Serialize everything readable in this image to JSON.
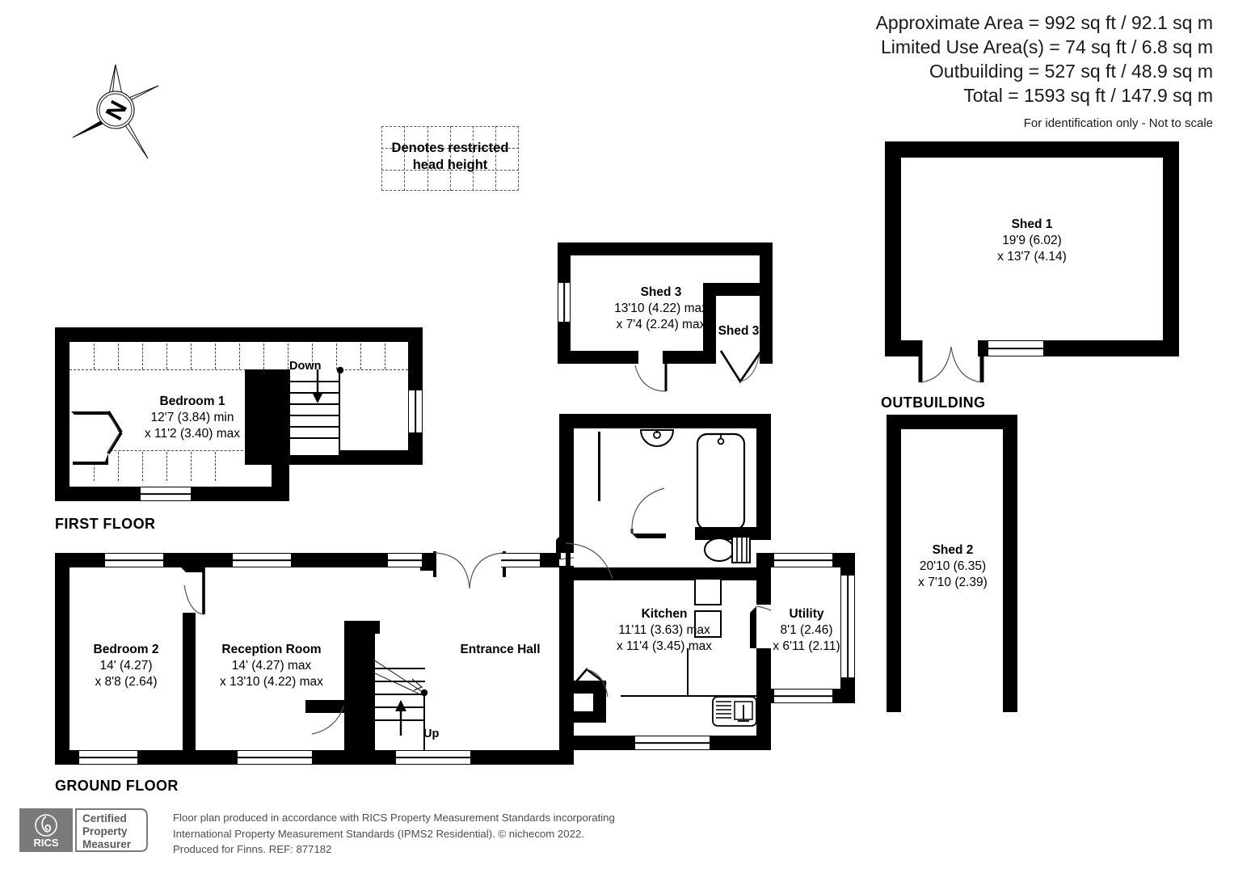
{
  "header": {
    "approximate_area": "Approximate Area = 992 sq ft / 92.1 sq m",
    "limited_use_area": "Limited Use Area(s) = 74 sq ft / 6.8 sq m",
    "outbuilding_area": "Outbuilding = 527 sq ft / 48.9 sq m",
    "total_area": "Total = 1593 sq ft / 147.9 sq m",
    "disclaimer": "For identification only - Not to scale"
  },
  "compass": {
    "north_letter": "N"
  },
  "legend": {
    "line1": "Denotes restricted",
    "line2": "head height"
  },
  "floors": {
    "first": {
      "caption": "FIRST FLOOR",
      "rooms": [
        {
          "name": "Bedroom 1",
          "dim1": "12'7 (3.84) min",
          "dim2": "x 11'2 (3.40) max"
        }
      ],
      "stair_label": "Down"
    },
    "ground": {
      "caption": "GROUND FLOOR",
      "rooms": [
        {
          "name": "Bedroom 2",
          "dim1": "14' (4.27)",
          "dim2": "x 8'8 (2.64)"
        },
        {
          "name": "Reception Room",
          "dim1": "14' (4.27) max",
          "dim2": "x 13'10 (4.22) max"
        },
        {
          "name": "Entrance Hall",
          "dim1": "",
          "dim2": ""
        },
        {
          "name": "Kitchen",
          "dim1": "11'11 (3.63) max",
          "dim2": "x 11'4 (3.45) max"
        },
        {
          "name": "Utility",
          "dim1": "8'1 (2.46)",
          "dim2": "x 6'11 (2.11)"
        }
      ],
      "stair_label": "Up"
    }
  },
  "sheds": {
    "shed3_main": {
      "name": "Shed 3",
      "dim1": "13'10 (4.22) max",
      "dim2": "x 7'4 (2.24) max"
    },
    "shed3_small": {
      "name": "Shed 3"
    },
    "shed1": {
      "name": "Shed 1",
      "dim1": "19'9 (6.02)",
      "dim2": "x 13'7 (4.14)"
    },
    "shed2": {
      "name": "Shed 2",
      "dim1": "20'10 (6.35)",
      "dim2": "x 7'10 (2.39)"
    }
  },
  "outbuilding_caption": "OUTBUILDING",
  "footer": {
    "badge": {
      "mark": "RICS",
      "line1": "Certified",
      "line2": "Property",
      "line3": "Measurer"
    },
    "line1": "Floor plan produced in accordance with RICS Property Measurement Standards incorporating",
    "line2": "International Property Measurement Standards (IPMS2 Residential).   © nichecom 2022.",
    "line3": "Produced for Finns.   REF:  877182"
  },
  "colors": {
    "wall": "#000000",
    "room": "#ffffff",
    "text": "#000000",
    "footer_text": "#4d4d4d",
    "hatch": "#444444"
  }
}
